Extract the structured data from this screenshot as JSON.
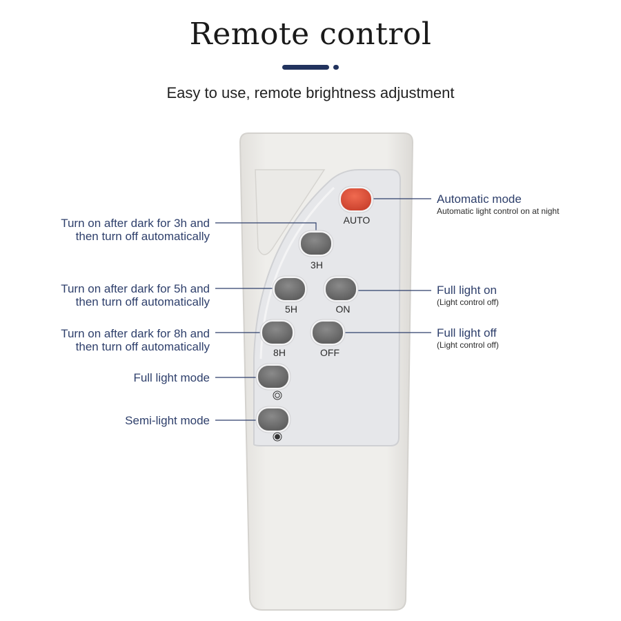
{
  "header": {
    "title": "Remote control",
    "subtitle": "Easy to use, remote brightness adjustment"
  },
  "remote": {
    "buttons": {
      "auto": "AUTO",
      "h3": "3H",
      "h5": "5H",
      "on": "ON",
      "h8": "8H",
      "off": "OFF"
    },
    "colors": {
      "body": "#eceae6",
      "panel": "#e6e7ea",
      "button": "#6e6e6e",
      "auto_button": "#e0503c",
      "line": "#2e3f6b"
    }
  },
  "annotations": {
    "auto_title": "Automatic mode",
    "auto_sub": "Automatic light control on at night",
    "h3_line1": "Turn on after dark for 3h and",
    "h3_line2": "then turn off automatically",
    "h5_line1": "Turn on after dark for 5h and",
    "h5_line2": "then turn off automatically",
    "h8_line1": "Turn on after dark for 8h and",
    "h8_line2": "then turn off automatically",
    "full_on_title": "Full light on",
    "full_on_sub": "(Light control off)",
    "full_off_title": "Full light off",
    "full_off_sub": "(Light control off)",
    "full_mode": "Full light mode",
    "semi_mode": "Semi-light mode"
  }
}
